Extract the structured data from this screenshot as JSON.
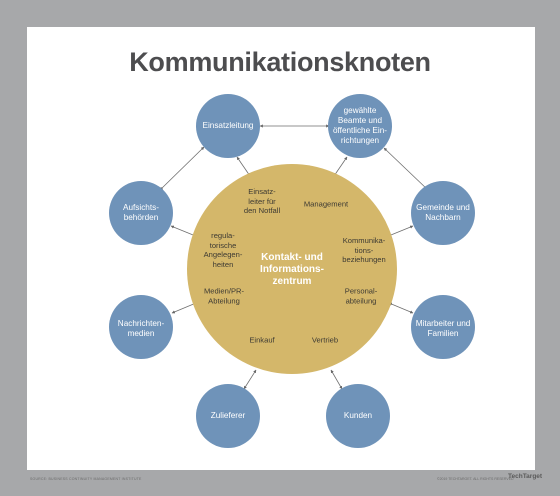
{
  "title": "Kommunikationsknoten",
  "center": {
    "label": "Kontakt- und\nInformations-\nzentrum",
    "items": {
      "einsatzleiter": "Einsatz-\nleiter für\nden Notfall",
      "management": "Management",
      "regulatorisch": "regula-\ntorische\nAngelegen-\nheiten",
      "kommunikation": "Kommunika-\ntions-\nbeziehungen",
      "medien": "Medien/PR-\nAbteilung",
      "personal": "Personal-\nabteilung",
      "einkauf": "Einkauf",
      "vertrieb": "Vertrieb"
    }
  },
  "nodes": {
    "einsatzleitung": "Einsatzleitung",
    "beamte": "gewählte\nBeamte und\nöffentliche Ein-\nrichtungen",
    "aufsicht": "Aufsichts-\nbehörden",
    "gemeinde": "Gemeinde und\nNachbarn",
    "nachrichten": "Nachrichten-\nmedien",
    "mitarbeiter": "Mitarbeiter und\nFamilien",
    "zulieferer": "Zulieferer",
    "kunden": "Kunden"
  },
  "colors": {
    "background": "#a7a8aa",
    "node": "#6f93b9",
    "center": "#d4b76a",
    "title": "#4d4d4f"
  },
  "footer": {
    "left": "SOURCE: BUSINESS CONTINUITY MANAGEMENT INSTITUTE",
    "right": "©2019 TECHTARGET. ALL RIGHTS RESERVED",
    "logo": "TechTarget"
  }
}
